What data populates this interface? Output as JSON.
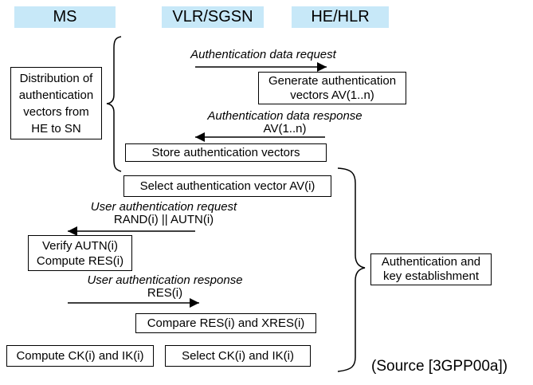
{
  "colors": {
    "header_bg": "#c7e8f8",
    "line": "#000000",
    "box_bg": "#ffffff"
  },
  "lifelines": [
    {
      "label": "MS"
    },
    {
      "label": "VLR/SGSN"
    },
    {
      "label": "HE/HLR"
    }
  ],
  "messages": {
    "auth_data_request": {
      "label": "Authentication data request"
    },
    "auth_data_response": {
      "label": "Authentication data response",
      "param": "AV(1..n)"
    },
    "user_auth_request": {
      "label": "User authentication request",
      "param": "RAND(i) || AUTN(i)"
    },
    "user_auth_response": {
      "label": "User authentication response",
      "param": "RES(i)"
    }
  },
  "process_boxes": {
    "generate": {
      "lines": [
        "Generate authentication",
        "vectors AV(1..n)"
      ]
    },
    "store": {
      "text": "Store authentication vectors"
    },
    "select_av": {
      "text": "Select authentication vector AV(i)"
    },
    "verify": {
      "lines": [
        "Verify AUTN(i)",
        "Compute RES(i)"
      ]
    },
    "compare": {
      "text": "Compare RES(i) and XRES(i)"
    },
    "compute_ck": {
      "text": "Compute CK(i) and IK(i)"
    },
    "select_ck": {
      "text": "Select CK(i) and IK(i)"
    }
  },
  "phases": {
    "distribution": {
      "lines": [
        "Distribution of",
        "authentication",
        "vectors from",
        "HE to SN"
      ]
    },
    "auth_key": {
      "lines": [
        "Authentication and",
        "key establishment"
      ]
    }
  },
  "source_note": "(Source [3GPP00a])"
}
